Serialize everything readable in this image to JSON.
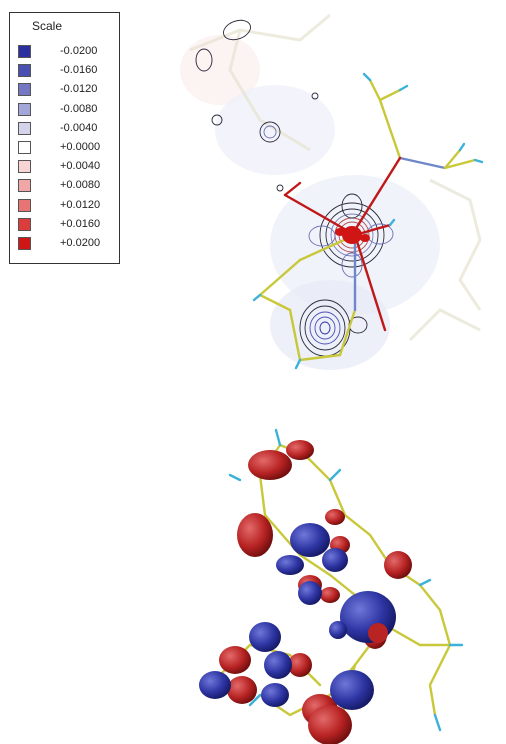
{
  "legend": {
    "title": "Scale",
    "items": [
      {
        "label": "-0.0200",
        "color": "#2b2fa0"
      },
      {
        "label": "-0.0160",
        "color": "#4a4fb2"
      },
      {
        "label": "-0.0120",
        "color": "#7377c4"
      },
      {
        "label": "-0.0080",
        "color": "#a3a6d8"
      },
      {
        "label": "-0.0040",
        "color": "#d3d4ec"
      },
      {
        "label": "+0.0000",
        "color": "#ffffff"
      },
      {
        "label": "+0.0040",
        "color": "#f8d4d4"
      },
      {
        "label": "+0.0080",
        "color": "#f1a7a7"
      },
      {
        "label": "+0.0120",
        "color": "#e87474"
      },
      {
        "label": "+0.0160",
        "color": "#dc3c3c"
      },
      {
        "label": "+0.0200",
        "color": "#d01515"
      }
    ]
  },
  "colors": {
    "bond_yellow": "#c8c83a",
    "bond_red": "#c01818",
    "bond_blue": "#6f87c9",
    "hydrogen": "#3bb2d8",
    "lobe_red": "#b82323",
    "lobe_blue": "#2e35a3",
    "contour_line": "#2a2a3a"
  }
}
